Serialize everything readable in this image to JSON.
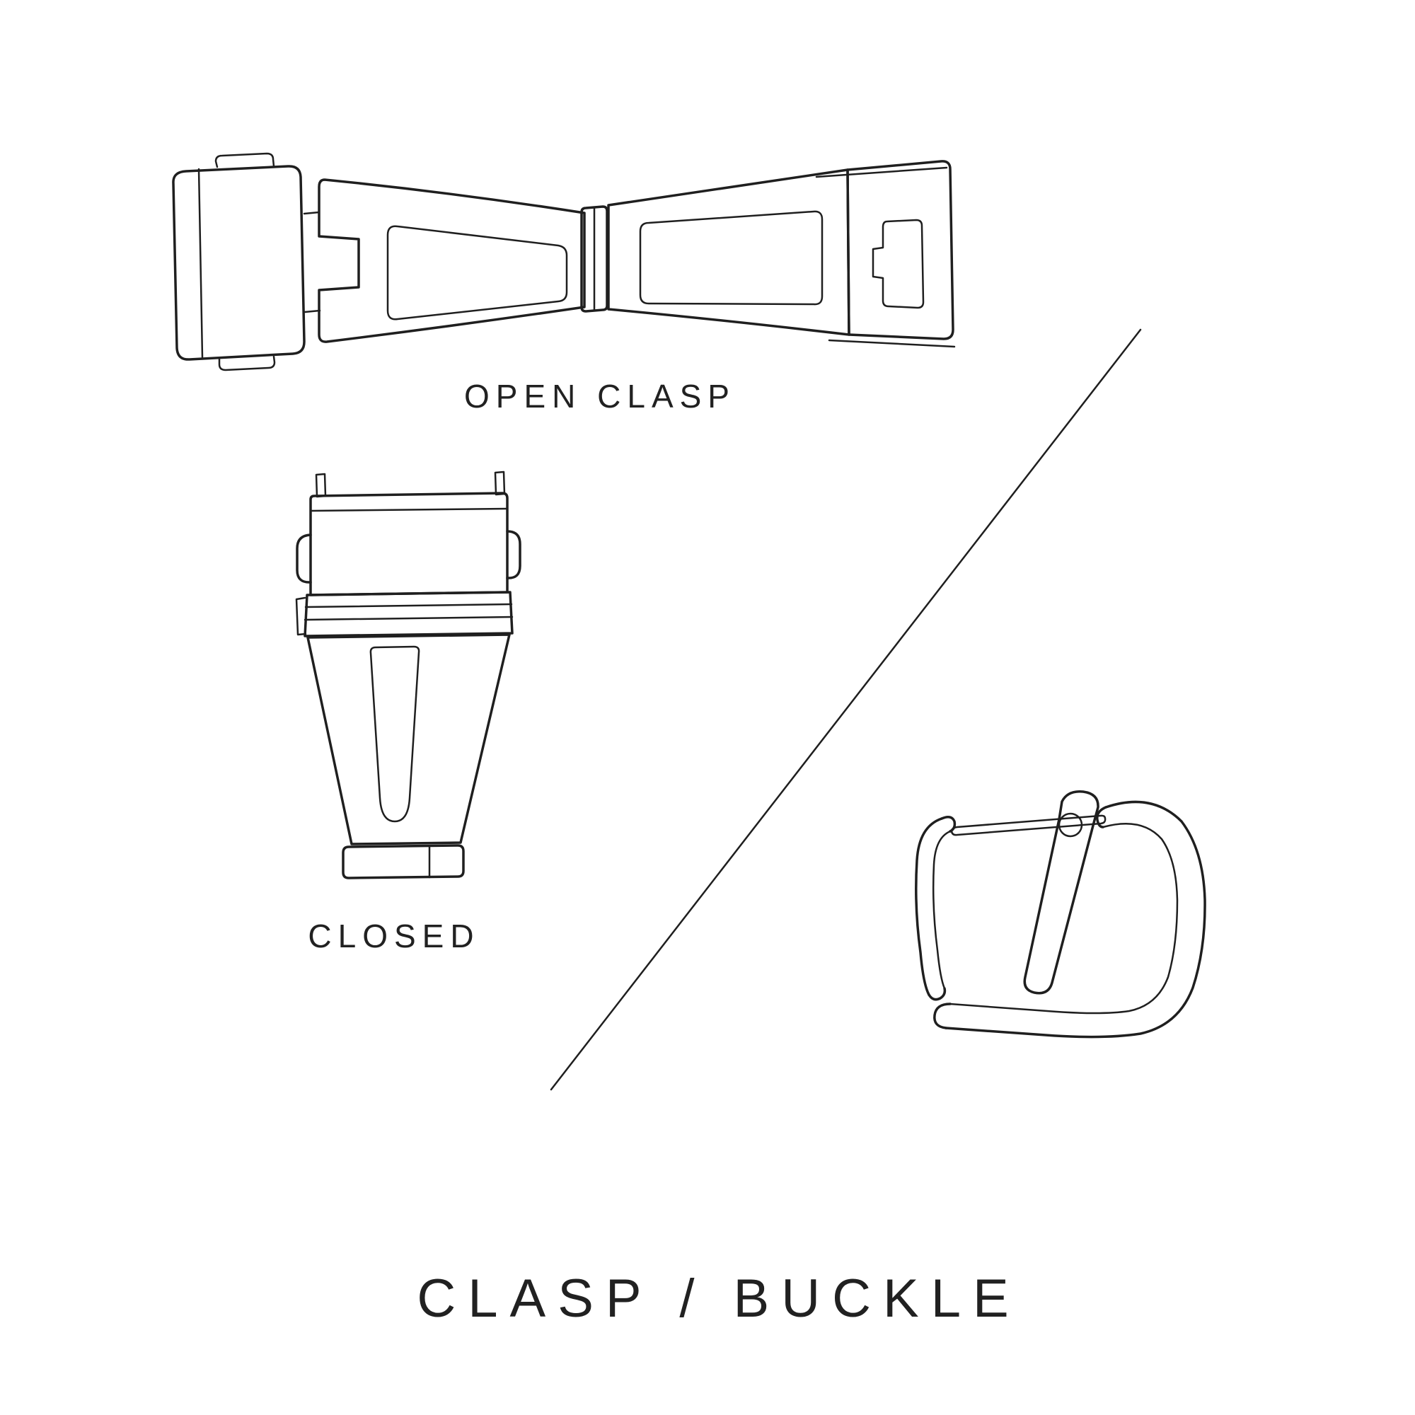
{
  "page": {
    "background_color": "#ffffff",
    "line_color": "#1f1f1f",
    "text_color": "#212121",
    "title": "CLASP / BUCKLE"
  },
  "labels": {
    "open_clasp": "OPEN CLASP",
    "closed_clasp": "CLOSED"
  },
  "illustrations": [
    {
      "name": "open-clasp-drawing",
      "caption": "OPEN CLASP"
    },
    {
      "name": "closed-clasp-drawing",
      "caption": "CLOSED"
    },
    {
      "name": "strap-buckle-drawing",
      "caption": ""
    },
    {
      "name": "diagonal-divider",
      "caption": ""
    }
  ]
}
